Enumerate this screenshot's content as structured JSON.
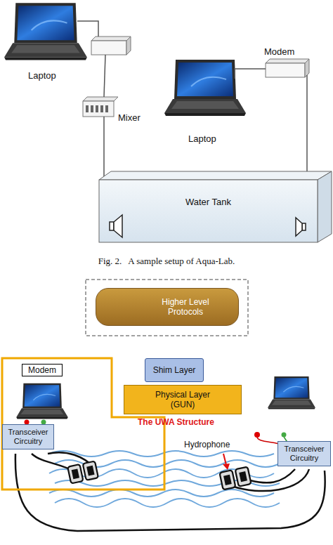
{
  "diagram": {
    "caption": "Fig. 2.   A sample setup of Aqua-Lab.",
    "nodes": [
      {
        "text": [
          "Water Tank"
        ]
      },
      {
        "text": [
          "Higher Level Protocols"
        ]
      },
      {
        "text": [
          "Shim Layer"
        ]
      },
      {
        "text": [
          "Physical Layer (GUN)"
        ]
      },
      {
        "text": [
          "Modem"
        ]
      },
      {
        "text": [
          "Transceiver Circuitry"
        ],
        "in": 4
      },
      {
        "text": [
          "Transceiver Circuitry"
        ]
      }
    ],
    "labels": [
      "Laptop",
      "Mixer",
      "Laptop",
      "Modem",
      "Hydrophone",
      "The UWA Structure"
    ]
  }
}
